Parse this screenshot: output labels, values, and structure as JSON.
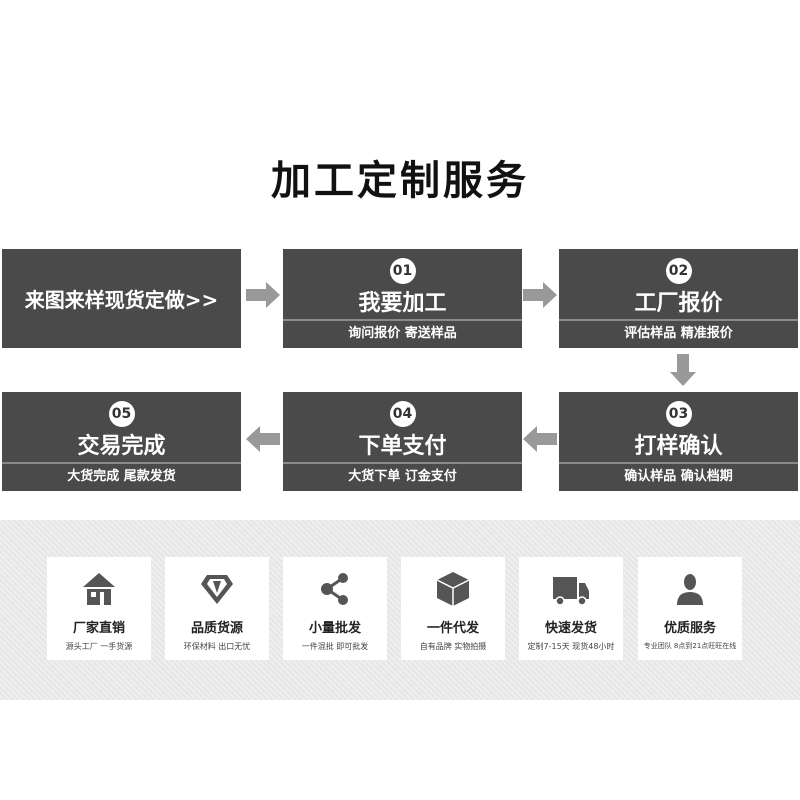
{
  "title": "加工定制服务",
  "start_label": "来图来样现货定做>>",
  "steps": [
    {
      "num": "01",
      "name": "我要加工",
      "sub": "询问报价 寄送样品"
    },
    {
      "num": "02",
      "name": "工厂报价",
      "sub": "评估样品 精准报价"
    },
    {
      "num": "03",
      "name": "打样确认",
      "sub": "确认样品 确认档期"
    },
    {
      "num": "04",
      "name": "下单支付",
      "sub": "大货下单 订金支付"
    },
    {
      "num": "05",
      "name": "交易完成",
      "sub": "大货完成 尾款发货"
    }
  ],
  "features": [
    {
      "icon": "factory-icon",
      "name": "厂家直销",
      "desc": "源头工厂 一手货源"
    },
    {
      "icon": "diamond-icon",
      "name": "品质货源",
      "desc": "环保材料 出口无忧"
    },
    {
      "icon": "share-icon",
      "name": "小量批发",
      "desc": "一件混批 即可批发"
    },
    {
      "icon": "box-icon",
      "name": "一件代发",
      "desc": "自有品牌 实物拍摄"
    },
    {
      "icon": "truck-icon",
      "name": "快速发货",
      "desc": "定制7-15天 现货48小时"
    },
    {
      "icon": "user-icon",
      "name": "优质服务",
      "desc": "专业团队 8点到21点旺旺在线"
    }
  ]
}
